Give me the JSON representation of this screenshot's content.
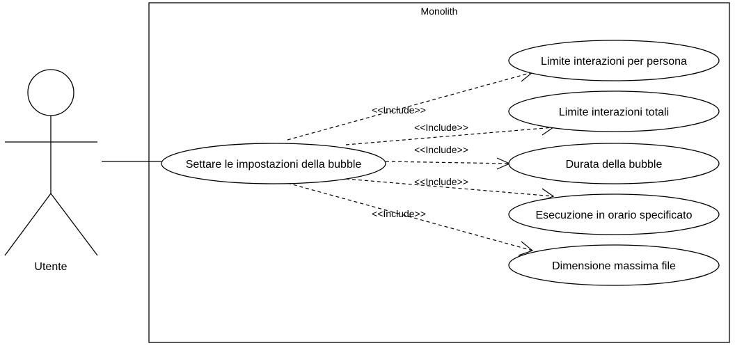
{
  "system": {
    "title": "Monolith"
  },
  "actor": {
    "name": "Utente"
  },
  "main_use_case": {
    "label": "Settare le impostazioni della bubble"
  },
  "included_use_cases": [
    {
      "label": "Limite interazioni per persona"
    },
    {
      "label": "Limite interazioni totali"
    },
    {
      "label": "Durata della bubble"
    },
    {
      "label": "Esecuzione in orario specificato"
    },
    {
      "label": "Dimensione massima file"
    }
  ],
  "relations": [
    {
      "stereotype": "<<Include>>"
    },
    {
      "stereotype": "<<Include>>"
    },
    {
      "stereotype": "<<Include>>"
    },
    {
      "stereotype": "<<Include>>"
    },
    {
      "stereotype": "<<Include>>"
    }
  ]
}
